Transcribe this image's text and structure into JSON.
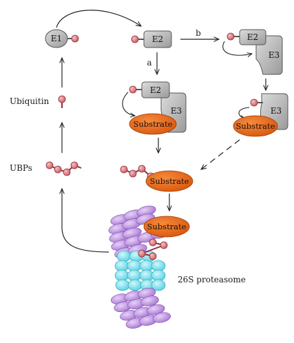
{
  "labels": {
    "e1": "E1",
    "e2": "E2",
    "e3": "E3",
    "substrate": "Substrate",
    "ubiquitin": "Ubiquitin",
    "ubps": "UBPs",
    "proteasome": "26S proteasome",
    "path_a": "a",
    "path_b": "b"
  },
  "colors": {
    "e_box": "#b9b9b9",
    "e_box_edge": "#555555",
    "ubiquitin_head": "#e07a80",
    "substrate": "#e8620e",
    "proteasome_purple": "#c39be0",
    "proteasome_cyan": "#7fe3ef"
  }
}
